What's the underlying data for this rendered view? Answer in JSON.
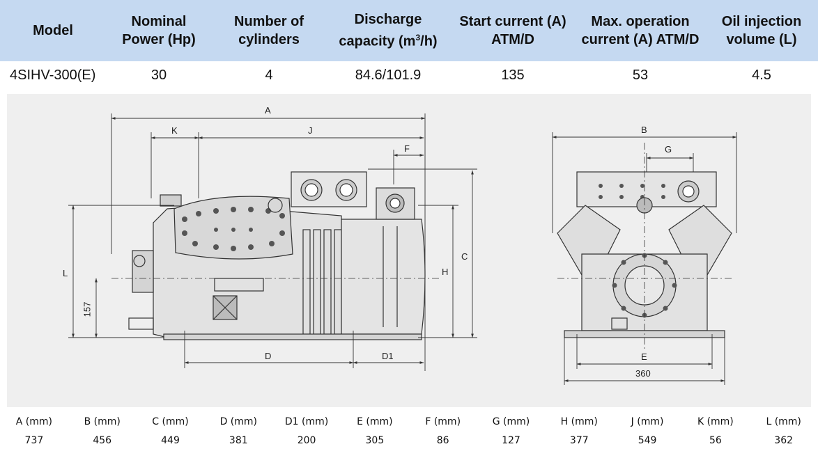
{
  "spec_table": {
    "headers": {
      "model": "Model",
      "power_1": "Nominal",
      "power_2": "Power (Hp)",
      "cyl_1": "Number of",
      "cyl_2": "cylinders",
      "disp_1": "Discharge",
      "disp_2a": "capacity (m",
      "disp_sup": "3",
      "disp_2b": "/h)",
      "start_1": "Start current (A)",
      "start_2": "ATM/D",
      "max_1": "Max. operation",
      "max_2": "current (A) ATM/D",
      "oil_1": "Oil injection",
      "oil_2": "volume (L)"
    },
    "row": {
      "model": "4SIHV-300(E)",
      "power": "30",
      "cylinders": "4",
      "displacement": "84.6/101.9",
      "start_current": "135",
      "max_current": "53",
      "oil_volume": "4.5"
    }
  },
  "drawing_labels": {
    "A": "A",
    "J": "J",
    "K": "K",
    "F": "F",
    "H": "H",
    "C": "C",
    "L": "L",
    "d157": "157",
    "D": "D",
    "D1": "D1",
    "B": "B",
    "G": "G",
    "E": "E",
    "d360": "360"
  },
  "dimensions": [
    {
      "label": "A (mm)",
      "value": "737"
    },
    {
      "label": "B (mm)",
      "value": "456"
    },
    {
      "label": "C (mm)",
      "value": "449"
    },
    {
      "label": "D (mm)",
      "value": "381"
    },
    {
      "label": "D1 (mm)",
      "value": "200"
    },
    {
      "label": "E (mm)",
      "value": "305"
    },
    {
      "label": "F (mm)",
      "value": "86"
    },
    {
      "label": "G (mm)",
      "value": "127"
    },
    {
      "label": "H (mm)",
      "value": "377"
    },
    {
      "label": "J (mm)",
      "value": "549"
    },
    {
      "label": "K (mm)",
      "value": "56"
    },
    {
      "label": "L (mm)",
      "value": "362"
    }
  ]
}
